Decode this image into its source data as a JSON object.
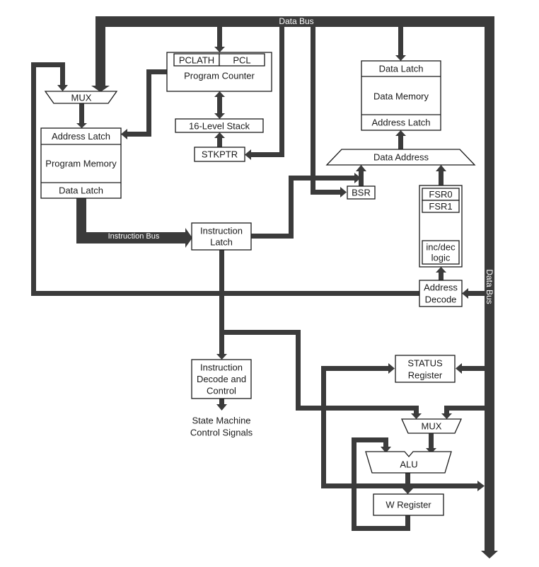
{
  "diagram": {
    "buses": {
      "data_bus_top": "Data Bus",
      "data_bus_right": "Data Bus",
      "instruction_bus": "Instruction Bus"
    },
    "program_counter": {
      "pclath": "PCLATH",
      "pcl": "PCL",
      "title": "Program Counter"
    },
    "stack": "16-Level Stack",
    "stkptr": "STKPTR",
    "mux_program": "MUX",
    "program_memory": {
      "address_latch": "Address Latch",
      "title": "Program Memory",
      "data_latch": "Data Latch"
    },
    "data_memory": {
      "data_latch": "Data Latch",
      "title": "Data Memory",
      "address_latch": "Address Latch"
    },
    "data_address": "Data Address",
    "bsr": "BSR",
    "fsr": {
      "fsr0": "FSR0",
      "fsr1": "FSR1",
      "incdec_line1": "inc/dec",
      "incdec_line2": "logic"
    },
    "address_decode": {
      "line1": "Address",
      "line2": "Decode"
    },
    "instruction_latch": {
      "line1": "Instruction",
      "line2": "Latch"
    },
    "instruction_decode": {
      "line1": "Instruction",
      "line2": "Decode and",
      "line3": "Control"
    },
    "state_machine": {
      "line1": "State Machine",
      "line2": "Control Signals"
    },
    "status_register": {
      "line1": "STATUS",
      "line2": "Register"
    },
    "mux_alu": "MUX",
    "alu": "ALU",
    "w_register": "W Register"
  }
}
